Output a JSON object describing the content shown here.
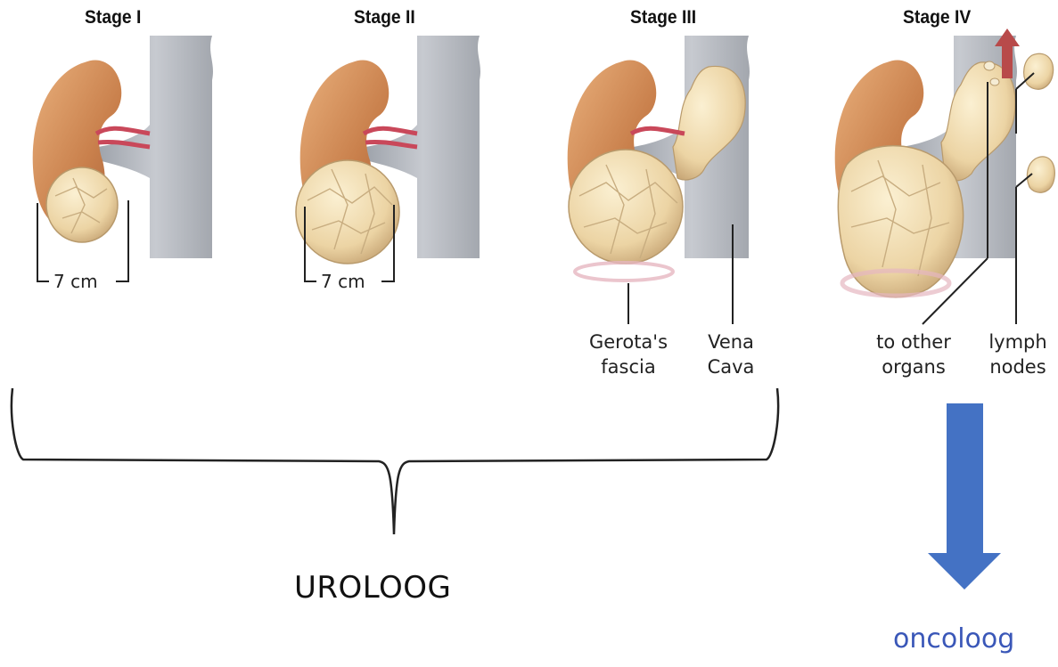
{
  "stages": [
    {
      "title": "Stage I",
      "measure": "7 cm"
    },
    {
      "title": "Stage II",
      "measure": "7 cm"
    },
    {
      "title": "Stage III"
    },
    {
      "title": "Stage IV"
    }
  ],
  "stage3_labels": {
    "left": "Gerota's\nfascia",
    "right": "Vena\nCava"
  },
  "stage4_labels": {
    "left": "to other\norgans",
    "right": "lymph\nnodes"
  },
  "bracket_label": "UROLOOG",
  "arrow_label": "oncoloog",
  "colors": {
    "kidney": "#d2915c",
    "tumor": "#f0dcb0",
    "vena_cava": "#b9bdc4",
    "arrow": "#4472c4",
    "oncoloog_text": "#3a57b8"
  }
}
